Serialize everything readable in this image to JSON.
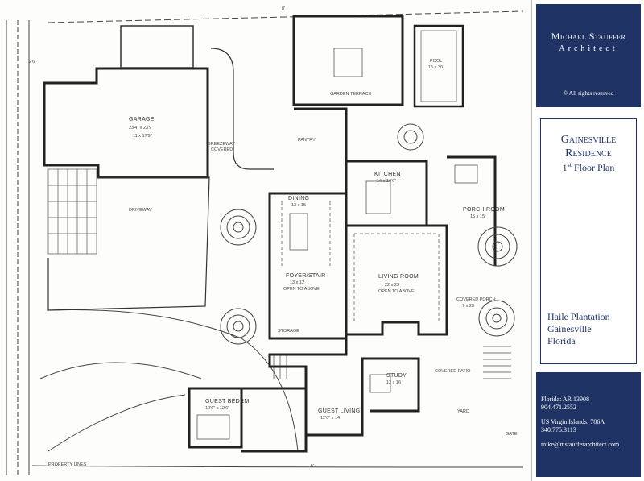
{
  "brand": {
    "name": "Michael Stauffer",
    "subtitle": "Architect",
    "rights": "© All rights reserved"
  },
  "drawing": {
    "title_lines": [
      "Gainesville",
      "Residence"
    ],
    "floor_number": "1",
    "floor_suffix": "st",
    "floor_label": "Floor Plan",
    "location": [
      "Haile Plantation",
      "Gainesville",
      "Florida"
    ]
  },
  "contact": {
    "florida_license": "Florida: AR 13908",
    "florida_phone": "904.471.2552",
    "usvi_license": "US Virgin Islands: 786A",
    "usvi_phone": "340.775.3113",
    "email": "mike@mstaufferarchitect.com"
  },
  "plan": {
    "rooms": {
      "garage": "GARAGE",
      "garage_dim": "23'4\" x 23'9\"",
      "garage_sub": "11 x 17'9\"",
      "dining": "DINING",
      "dining_dim": "13 x 15",
      "kitchen": "KITCHEN",
      "kitchen_dim": "14 x 16'6\"",
      "living": "LIVING ROOM",
      "living_dim": "22 x 23",
      "living_sub": "OPEN TO ABOVE",
      "foyer": "FOYER/STAIR",
      "foyer_dim": "13 x 12",
      "foyer_sub": "OPEN TO ABOVE",
      "porch": "PORCH ROOM",
      "porch_dim": "15 x 15",
      "study": "STUDY",
      "study_dim": "12 x 16",
      "guest_bed": "GUEST BEDRM",
      "guest_bed_dim": "12'6\" x 12'6\"",
      "guest_living": "GUEST LIVING",
      "guest_living_dim": "12'6\" x 14",
      "pool": "POOL",
      "pool_dim": "15 x 30",
      "garden": "GARDEN TERRACE",
      "pantry": "PANTRY",
      "breezeway": "BREEZEWAY",
      "breezeway_sub": "COVERED",
      "driveway": "DRIVEWAY",
      "storage": "STORAGE",
      "covered_porch": "COVERED PORCH",
      "covered_porch_dim": "7 x 23",
      "covered_patio": "COVERED PATIO",
      "yard": "YARD",
      "gate": "GATE",
      "property_line": "PROPERTY LINES",
      "dim_top": "8'",
      "dim_bottom": "5'",
      "dim_left": "2'6\""
    }
  }
}
